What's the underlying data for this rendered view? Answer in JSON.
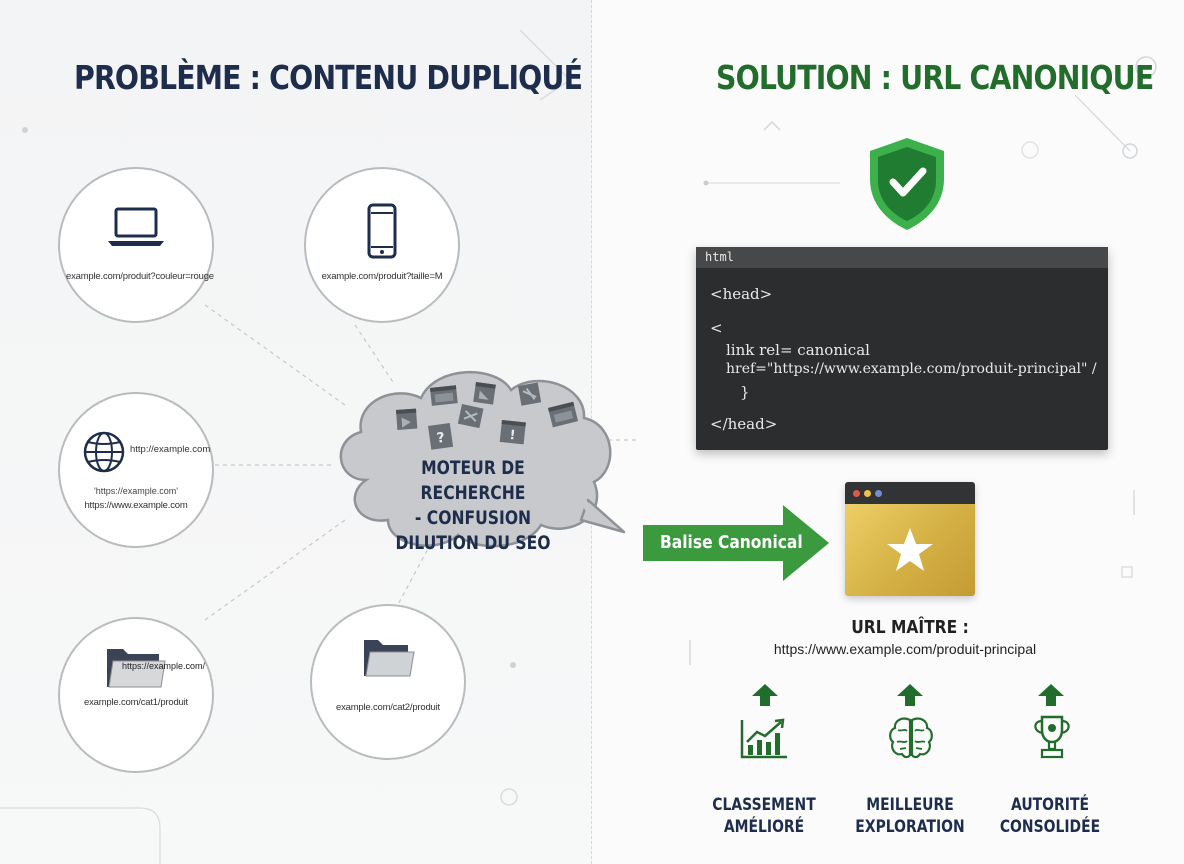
{
  "left": {
    "title": "PROBLÈME : CONTENU DUPLIQUÉ",
    "nodes": [
      {
        "icon": "laptop-icon",
        "url": "example.com/produit?couleur=rouge"
      },
      {
        "icon": "smartphone-icon",
        "url": "example.com/produit?taille=M"
      },
      {
        "icon": "globe-icon",
        "url_top": "http://example.com",
        "url_mid": "'https://example.com'",
        "url": "https://www.example.com"
      },
      {
        "icon": "folder-icon",
        "folder_text": "https://example.com/",
        "url": "example.com/cat1/produit"
      },
      {
        "icon": "folder-icon",
        "url": "example.com/cat2/produit"
      }
    ],
    "cloud": {
      "line1": "MOTEUR DE RECHERCHE",
      "line2": "- CONFUSION",
      "line3": "DILUTION DU SEO"
    }
  },
  "right": {
    "title": "SOLUTION : URL CANONIQUE",
    "code": {
      "header": "html",
      "lines": [
        "<head>",
        "<",
        "link rel= canonical",
        "href=\"https://www.example.com/produit-principal\" /",
        "}",
        "</head>"
      ]
    },
    "arrow_label": "Balise Canonical",
    "master": {
      "title": "URL MAÎTRE :",
      "url": "https://www.example.com/produit-principal"
    },
    "benefits": [
      {
        "line1": "CLASSEMENT",
        "line2": "AMÉLIORÉ",
        "icon": "rising-chart-icon"
      },
      {
        "line1": "MEILLEURE",
        "line2": "EXPLORATION",
        "icon": "brain-icon"
      },
      {
        "line1": "AUTORITÉ",
        "line2": "CONSOLIDÉE",
        "icon": "trophy-icon"
      }
    ]
  },
  "colors": {
    "navy": "#1e2d4c",
    "green": "#226d2c",
    "arrow_green": "#3a9a3d",
    "gold": "#d4b044"
  }
}
